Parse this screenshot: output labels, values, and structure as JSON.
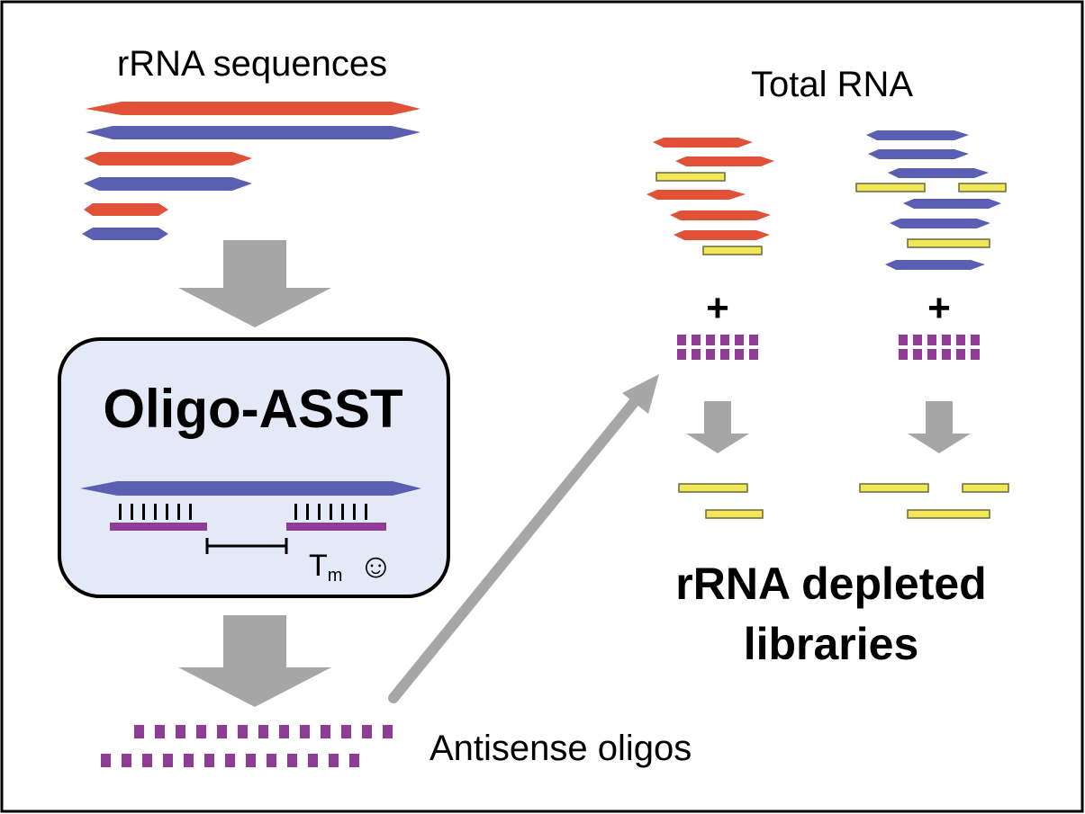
{
  "labels": {
    "rrna_sequences": "rRNA sequences",
    "total_rna": "Total RNA",
    "tool_name": "Oligo-ASST",
    "tm_symbol": "T",
    "tm_subscript": "m",
    "smiley": "☺",
    "antisense_oligos": "Antisense oligos",
    "plus_left": "+",
    "plus_right": "+",
    "depleted_line1": "rRNA depleted",
    "depleted_line2": "libraries"
  },
  "colors": {
    "rrna_red": "#e05138",
    "rrna_blue": "#5a5fb3",
    "non_rrna_yellow": "#f2e65a",
    "oligo_purple": "#8f3c97",
    "arrow_gray": "#a6a6a6",
    "box_fill": "#e3e9f6",
    "border": "#000000"
  }
}
